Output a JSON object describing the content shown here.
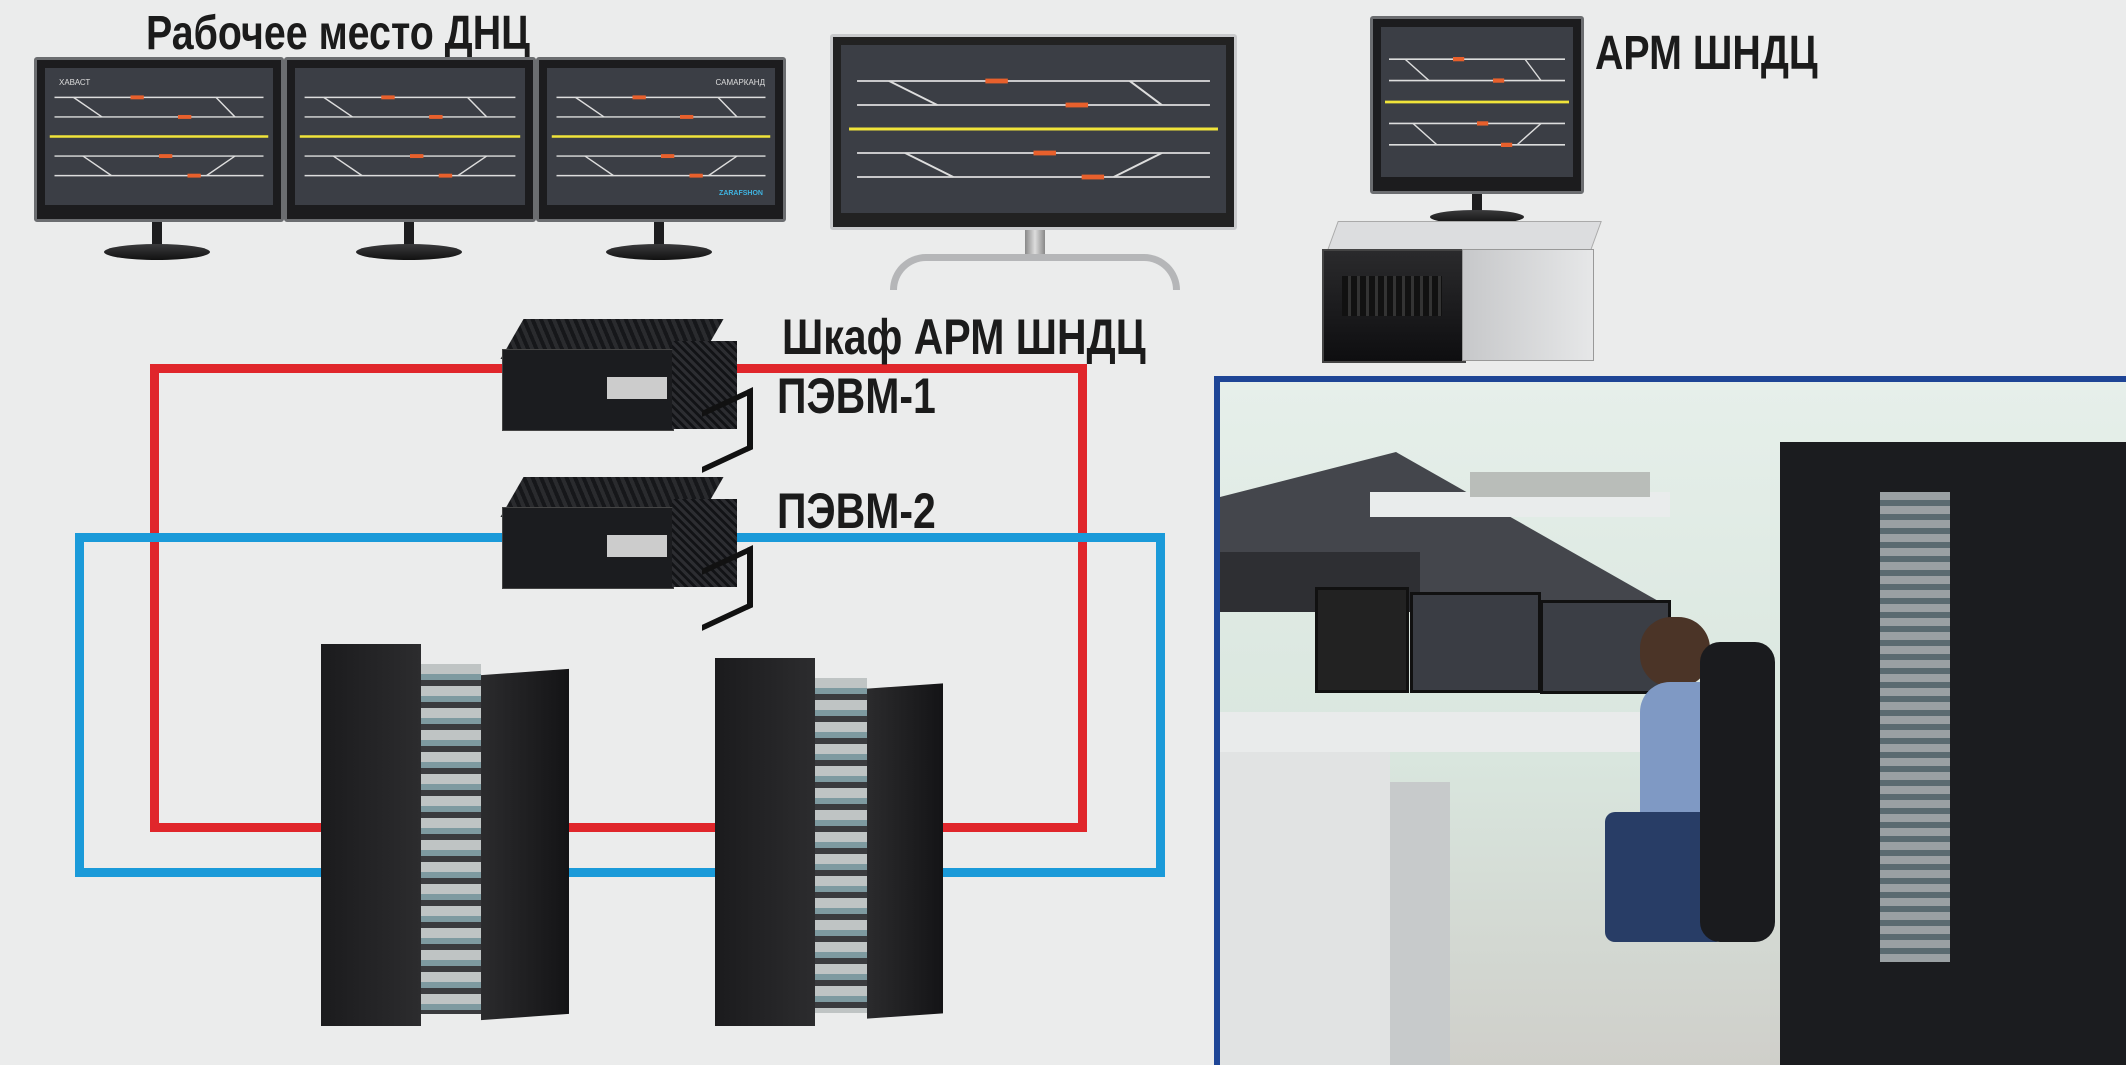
{
  "labels": {
    "dnc_workplace": "Рабочее место ДНЦ",
    "arm_shndc": "АРМ ШНДЦ",
    "cabinet_arm_shndc": "Шкаф АРМ ШНДЦ",
    "pc1": "ПЭВМ-1",
    "pc2": "ПЭВМ-2"
  },
  "screens": {
    "station_left": "ХАВАСТ",
    "station_right": "САМАРКАНД",
    "logo": "ZARAFSHON"
  },
  "colors": {
    "network_red": "#e0262b",
    "network_blue": "#1a9ad9",
    "photo_border": "#1e4596",
    "track_active": "#f0e43a",
    "background": "#ebecec"
  }
}
